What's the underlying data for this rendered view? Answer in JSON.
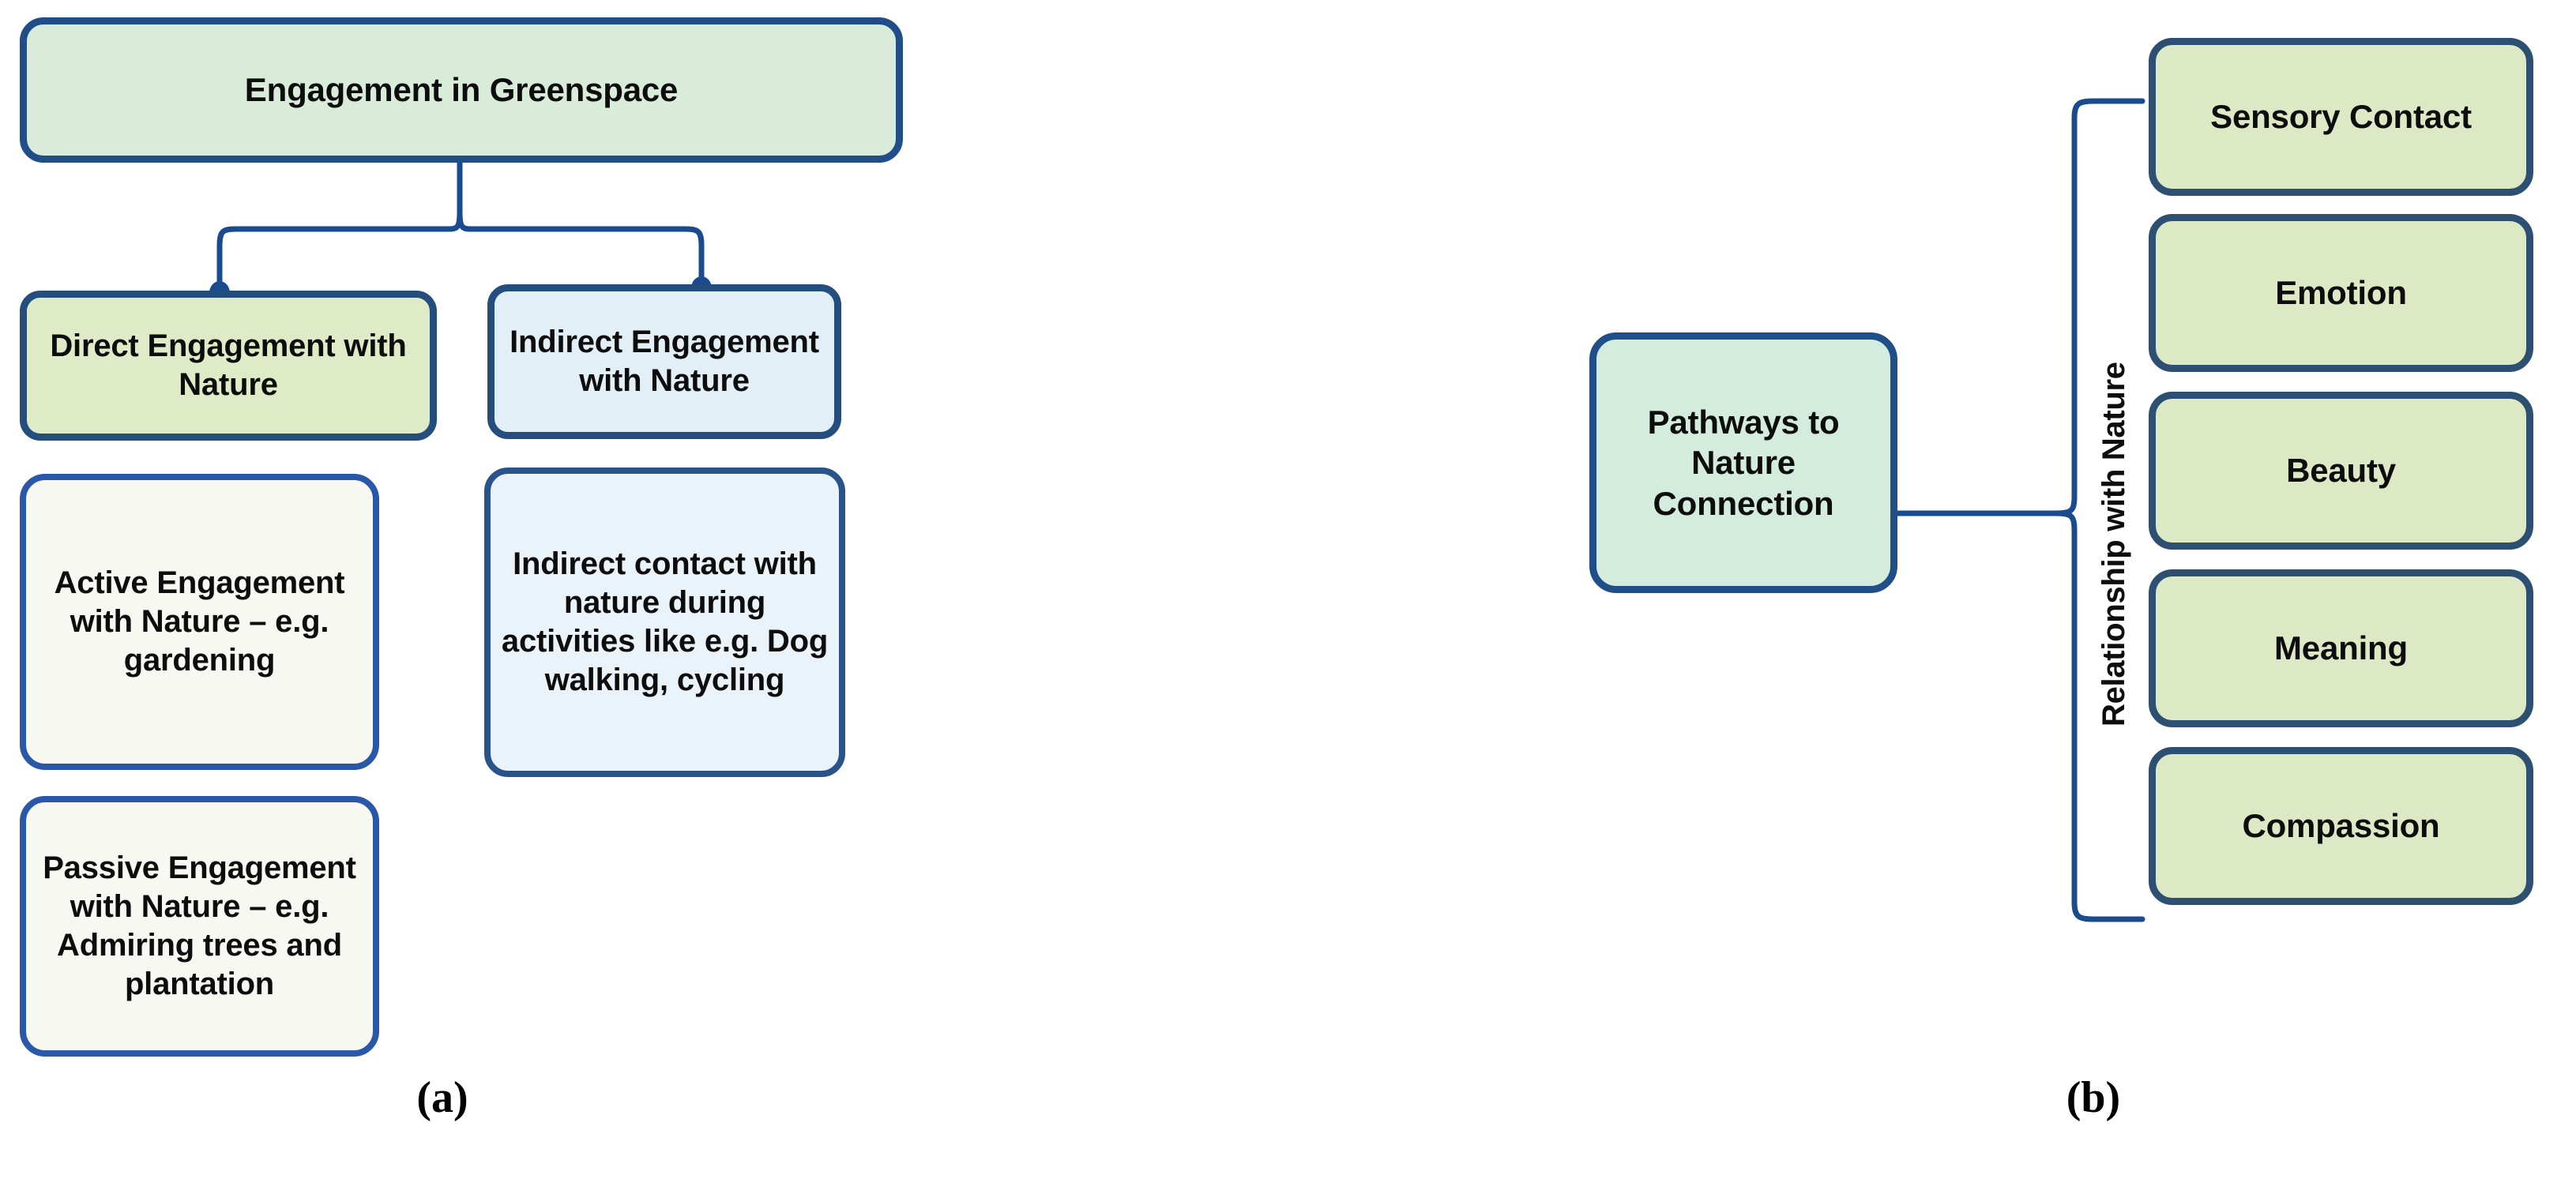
{
  "figure": {
    "panels": [
      {
        "id": "a",
        "caption": "(a)",
        "nodes": [
          {
            "key": "root",
            "text": "Engagement in Greenspace"
          },
          {
            "key": "direct",
            "text": "Direct  Engagement with Nature"
          },
          {
            "key": "indirect",
            "text": "Indirect Engagement with Nature"
          },
          {
            "key": "active",
            "text": "Active Engagement with Nature – e.g. gardening"
          },
          {
            "key": "indirect_detail",
            "text": "Indirect contact with nature during activities like e.g. Dog walking, cycling"
          },
          {
            "key": "passive",
            "text": "Passive Engagement with Nature – e.g. Admiring trees and plantation"
          }
        ]
      },
      {
        "id": "b",
        "caption": "(b)",
        "nodes": [
          {
            "key": "pathways",
            "text": "Pathways to Nature Connection"
          },
          {
            "key": "p1",
            "text": "Sensory Contact"
          },
          {
            "key": "p2",
            "text": "Emotion"
          },
          {
            "key": "p3",
            "text": "Beauty"
          },
          {
            "key": "p4",
            "text": "Meaning"
          },
          {
            "key": "p5",
            "text": "Compassion"
          }
        ],
        "bracket_label": "Relationship with Nature"
      }
    ],
    "colors": {
      "border_dark_blue": "#1f4e89",
      "border_blue": "#2a58a8",
      "fill_mint": "#d9ecd9",
      "fill_olive": "#dfeac6",
      "fill_ice": "#e3eff7",
      "fill_cream": "#f7f8f2",
      "connector": "#1b4b8f",
      "text": "#0d0d0d",
      "background": "#ffffff"
    }
  }
}
